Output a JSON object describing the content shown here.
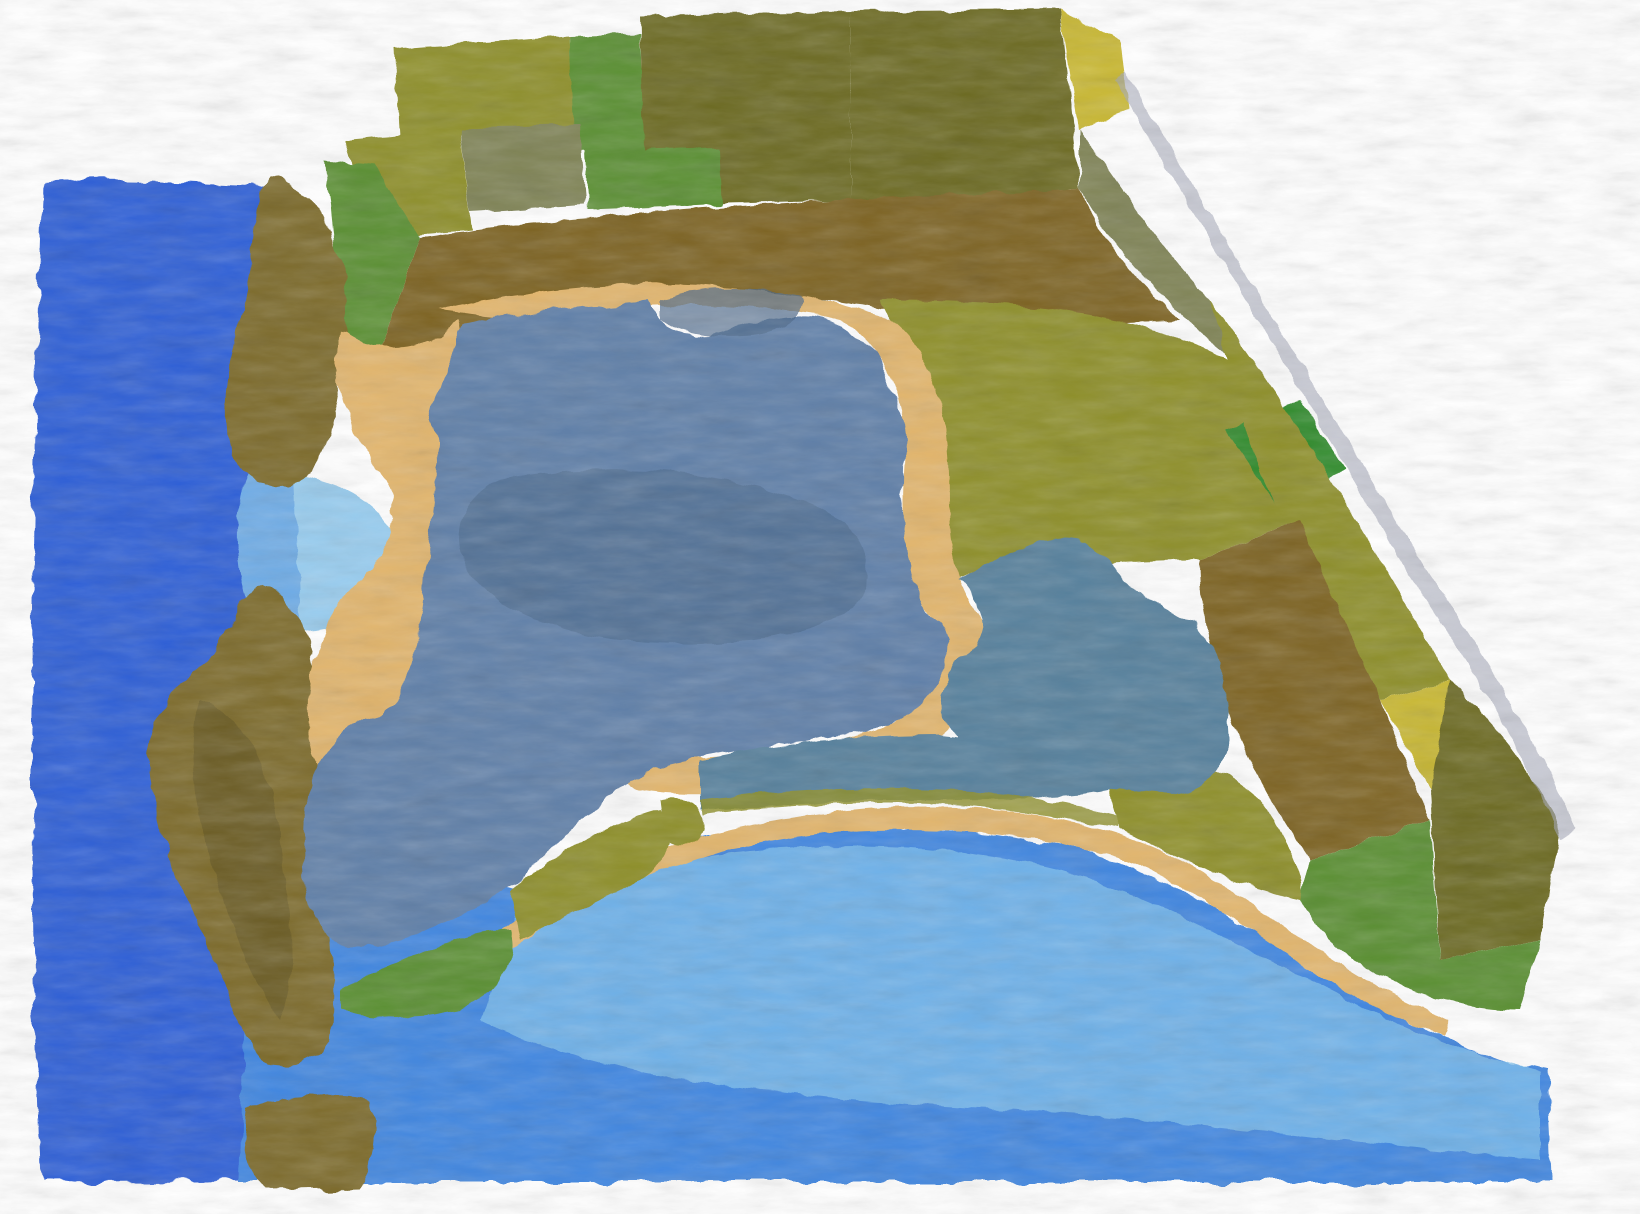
{
  "scene": {
    "kind": "watercolor painting of a coastal lagoon seen from above",
    "regions": [
      "open-sea-west",
      "bay-south",
      "lagoon",
      "eastern-salt-pans",
      "southern-salt-pans",
      "rocky-headland-west",
      "small-island-southwest",
      "sandy-shore",
      "farm-fields"
    ]
  },
  "colors": {
    "background": "#ffffff",
    "sea_deep": "#2f5fd6",
    "sea_mid": "#3f86e0",
    "sea_light": "#7ec0ec",
    "lagoon": "#5f7fa8",
    "lagoon_dark": "#4a6688",
    "salt_pan": "#56809c",
    "sand": "#e2b56c",
    "sand_dark": "#c99a52",
    "headland": "#7b6a2c",
    "headland_dark": "#5f5222",
    "field_olive": "#8e8f2c",
    "field_dark": "#6c6a22",
    "field_green": "#5a8f32",
    "field_bright": "#2f8a2a",
    "field_yellow": "#c9b832",
    "field_brown": "#7d6322",
    "field_grey": "#7f8355",
    "edge_grey": "#a4a7b8"
  }
}
